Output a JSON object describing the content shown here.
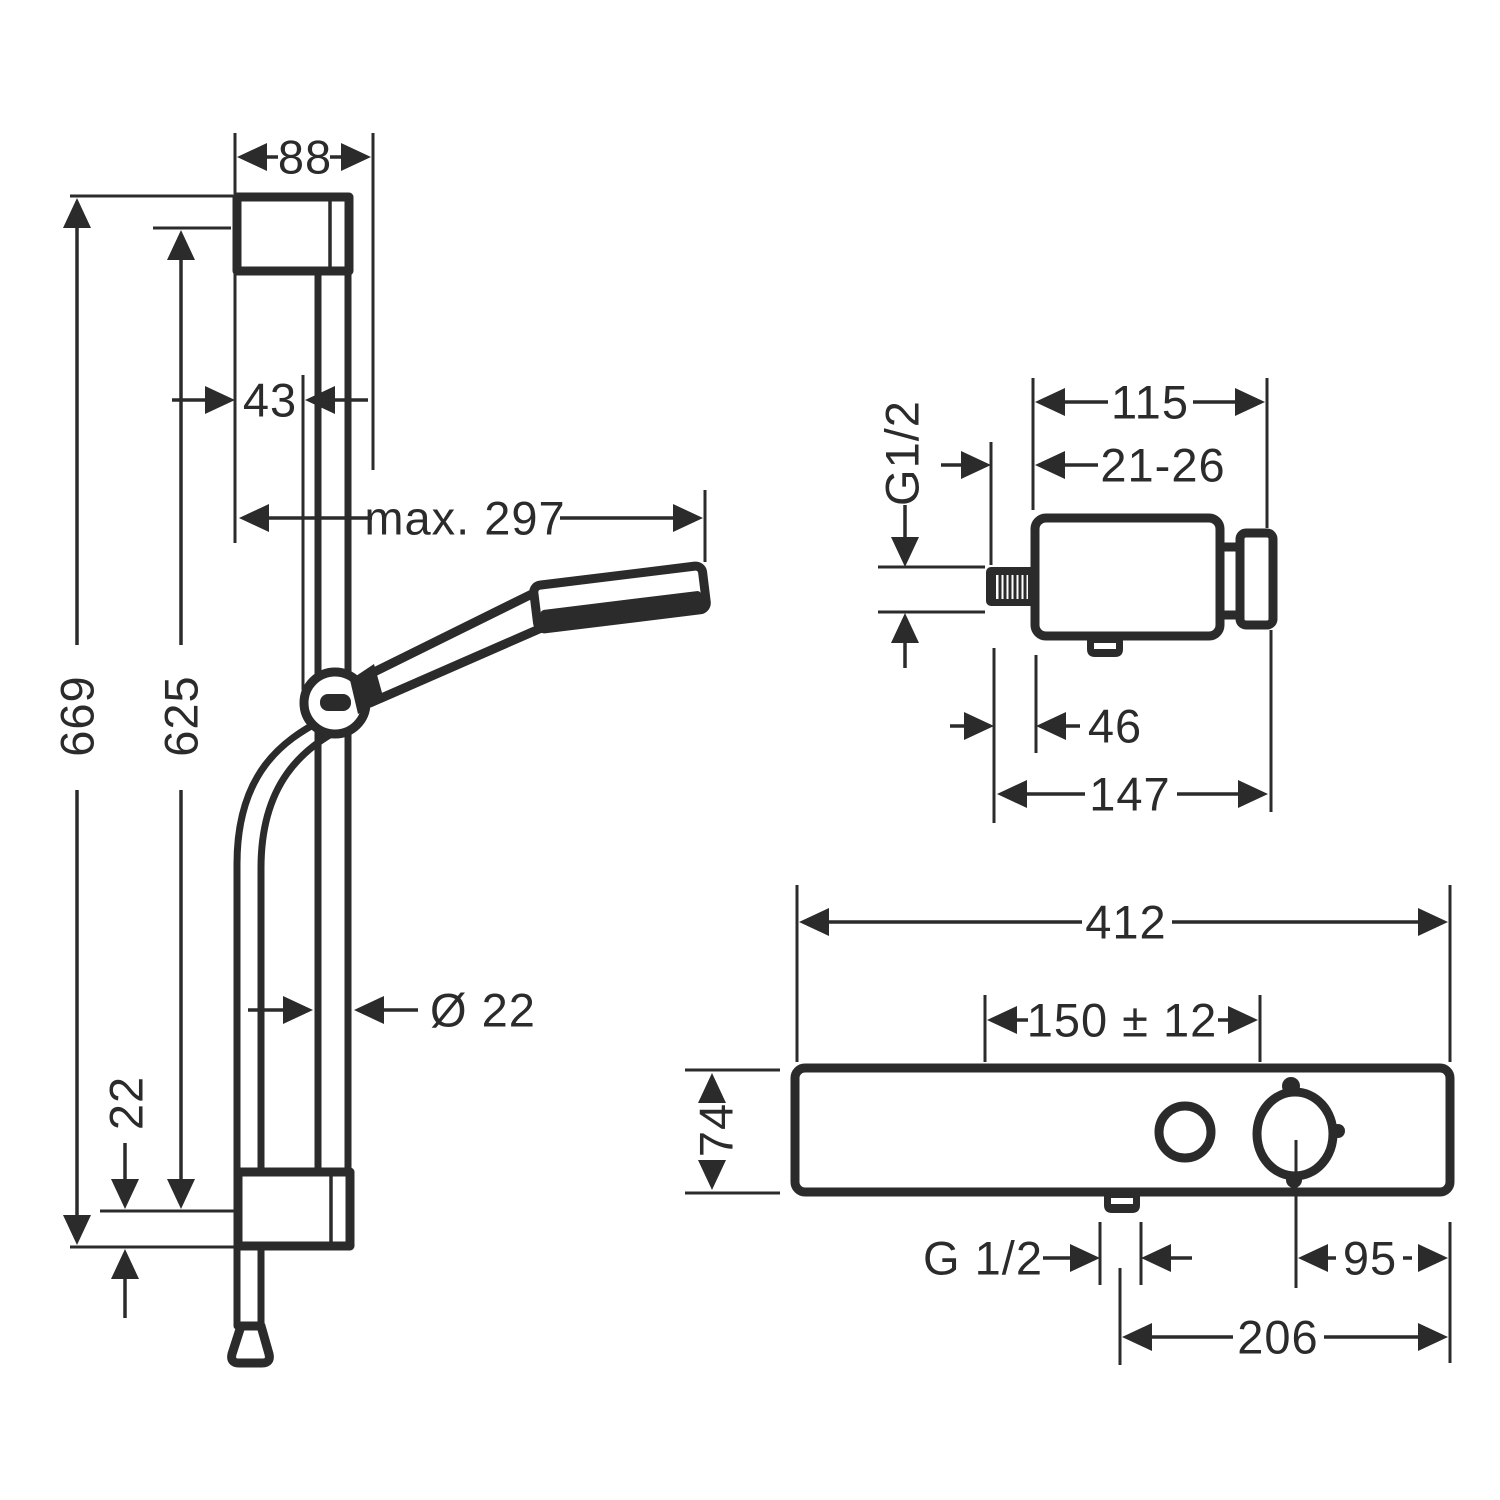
{
  "drawing": {
    "colors": {
      "line": "#2b2b2b",
      "background": "#ffffff"
    },
    "shower_rail_view": {
      "dims": {
        "bracket_width": "88",
        "wall_offset": "43",
        "max_reach": "max. 297",
        "total_height": "669",
        "rail_height": "625",
        "rail_diameter": "Ø 22",
        "bracket_height": "22"
      }
    },
    "valve_side_view": {
      "dims": {
        "body_width": "115",
        "wall_distance": "21-26",
        "thread": "G1/2",
        "outlet_offset": "46",
        "total_depth": "147"
      }
    },
    "thermostat_front_view": {
      "dims": {
        "body_width": "412",
        "supply_distance": "150 ± 12",
        "body_height": "74",
        "thread": "G 1/2",
        "handle_to_edge": "95",
        "outlet_to_edge": "206"
      }
    }
  }
}
